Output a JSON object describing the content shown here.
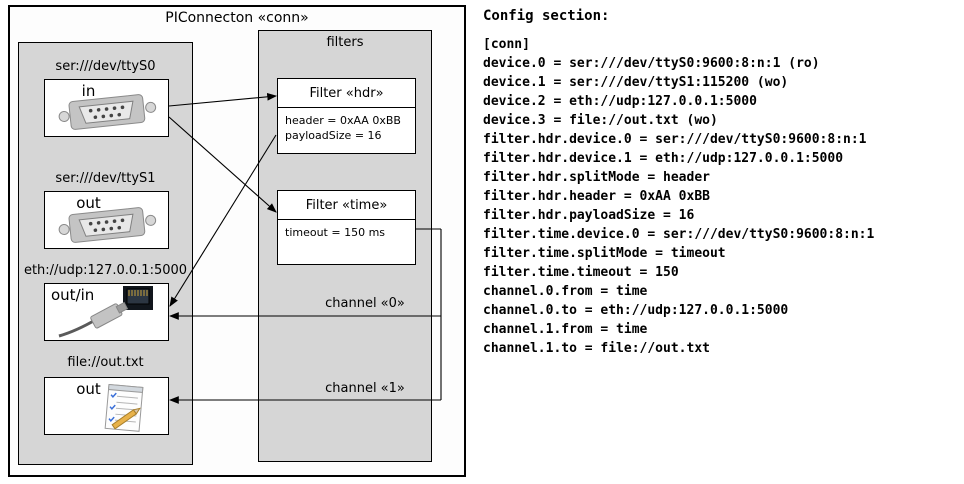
{
  "diagram": {
    "title": "PIConnecton «conn»",
    "filters_title": "filters",
    "devices": [
      {
        "address": "ser:///dev/ttyS0",
        "name": "in",
        "icon": "serial-connector-icon"
      },
      {
        "address": "ser:///dev/ttyS1",
        "name": "out",
        "icon": "serial-connector-icon"
      },
      {
        "address": "eth://udp:127.0.0.1:5000",
        "name": "out/in",
        "icon": "ethernet-connector-icon"
      },
      {
        "address": "file://out.txt",
        "name": "out",
        "icon": "document-icon"
      }
    ],
    "filters": [
      {
        "title": "Filter «hdr»",
        "attributes": [
          "header = 0xAA 0xBB",
          "payloadSize = 16"
        ]
      },
      {
        "title": "Filter «time»",
        "attributes": [
          "timeout = 150 ms"
        ]
      }
    ],
    "channel_labels": [
      "channel «0»",
      "channel «1»"
    ]
  },
  "config": {
    "heading": "Config section:",
    "lines": [
      "[conn]",
      "device.0 = ser:///dev/ttyS0:9600:8:n:1 (ro)",
      "device.1 = ser:///dev/ttyS1:115200 (wo)",
      "device.2 = eth://udp:127.0.0.1:5000",
      "device.3 = file://out.txt (wo)",
      "filter.hdr.device.0 = ser:///dev/ttyS0:9600:8:n:1",
      "filter.hdr.device.1 = eth://udp:127.0.0.1:5000",
      "filter.hdr.splitMode = header",
      "filter.hdr.header = 0xAA 0xBB",
      "filter.hdr.payloadSize = 16",
      "filter.time.device.0 = ser:///dev/ttyS0:9600:8:n:1",
      "filter.time.splitMode = timeout",
      "filter.time.timeout = 150",
      "channel.0.from = time",
      "channel.0.to = eth://udp:127.0.0.1:5000",
      "channel.1.from = time",
      "channel.1.to = file://out.txt"
    ]
  },
  "colors": {
    "panel_gray": "#d6d6d6",
    "box_border": "#000000",
    "background": "#ffffff"
  }
}
